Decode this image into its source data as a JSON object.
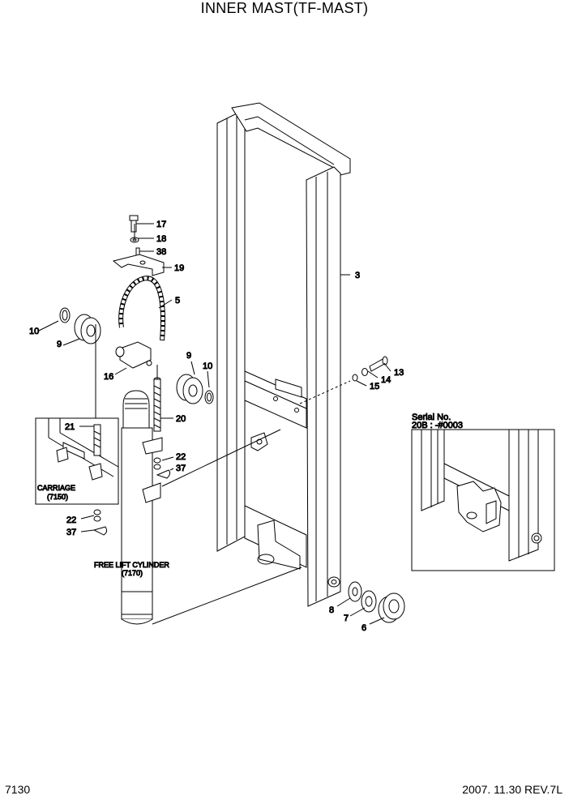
{
  "title": "INNER MAST(TF-MAST)",
  "page_code": "7130",
  "revision": "2007. 11.30  REV.7L",
  "callouts": {
    "c3": "3",
    "c5": "5",
    "c6": "6",
    "c7": "7",
    "c8": "8",
    "c9a": "9",
    "c9b": "9",
    "c10a": "10",
    "c10b": "10",
    "c13": "13",
    "c14": "14",
    "c15": "15",
    "c16": "16",
    "c17": "17",
    "c18": "18",
    "c19": "19",
    "c20": "20",
    "c21": "21",
    "c22a": "22",
    "c22b": "22",
    "c37a": "37",
    "c37b": "37",
    "c38": "38"
  },
  "carriage_label": "CARRIAGE",
  "carriage_ref": "(7150)",
  "cylinder_label": "FREE LIFT CYLINDER",
  "cylinder_ref": "(7170)",
  "serial_label": "Serial No.",
  "serial_value": "20B : -#0003"
}
